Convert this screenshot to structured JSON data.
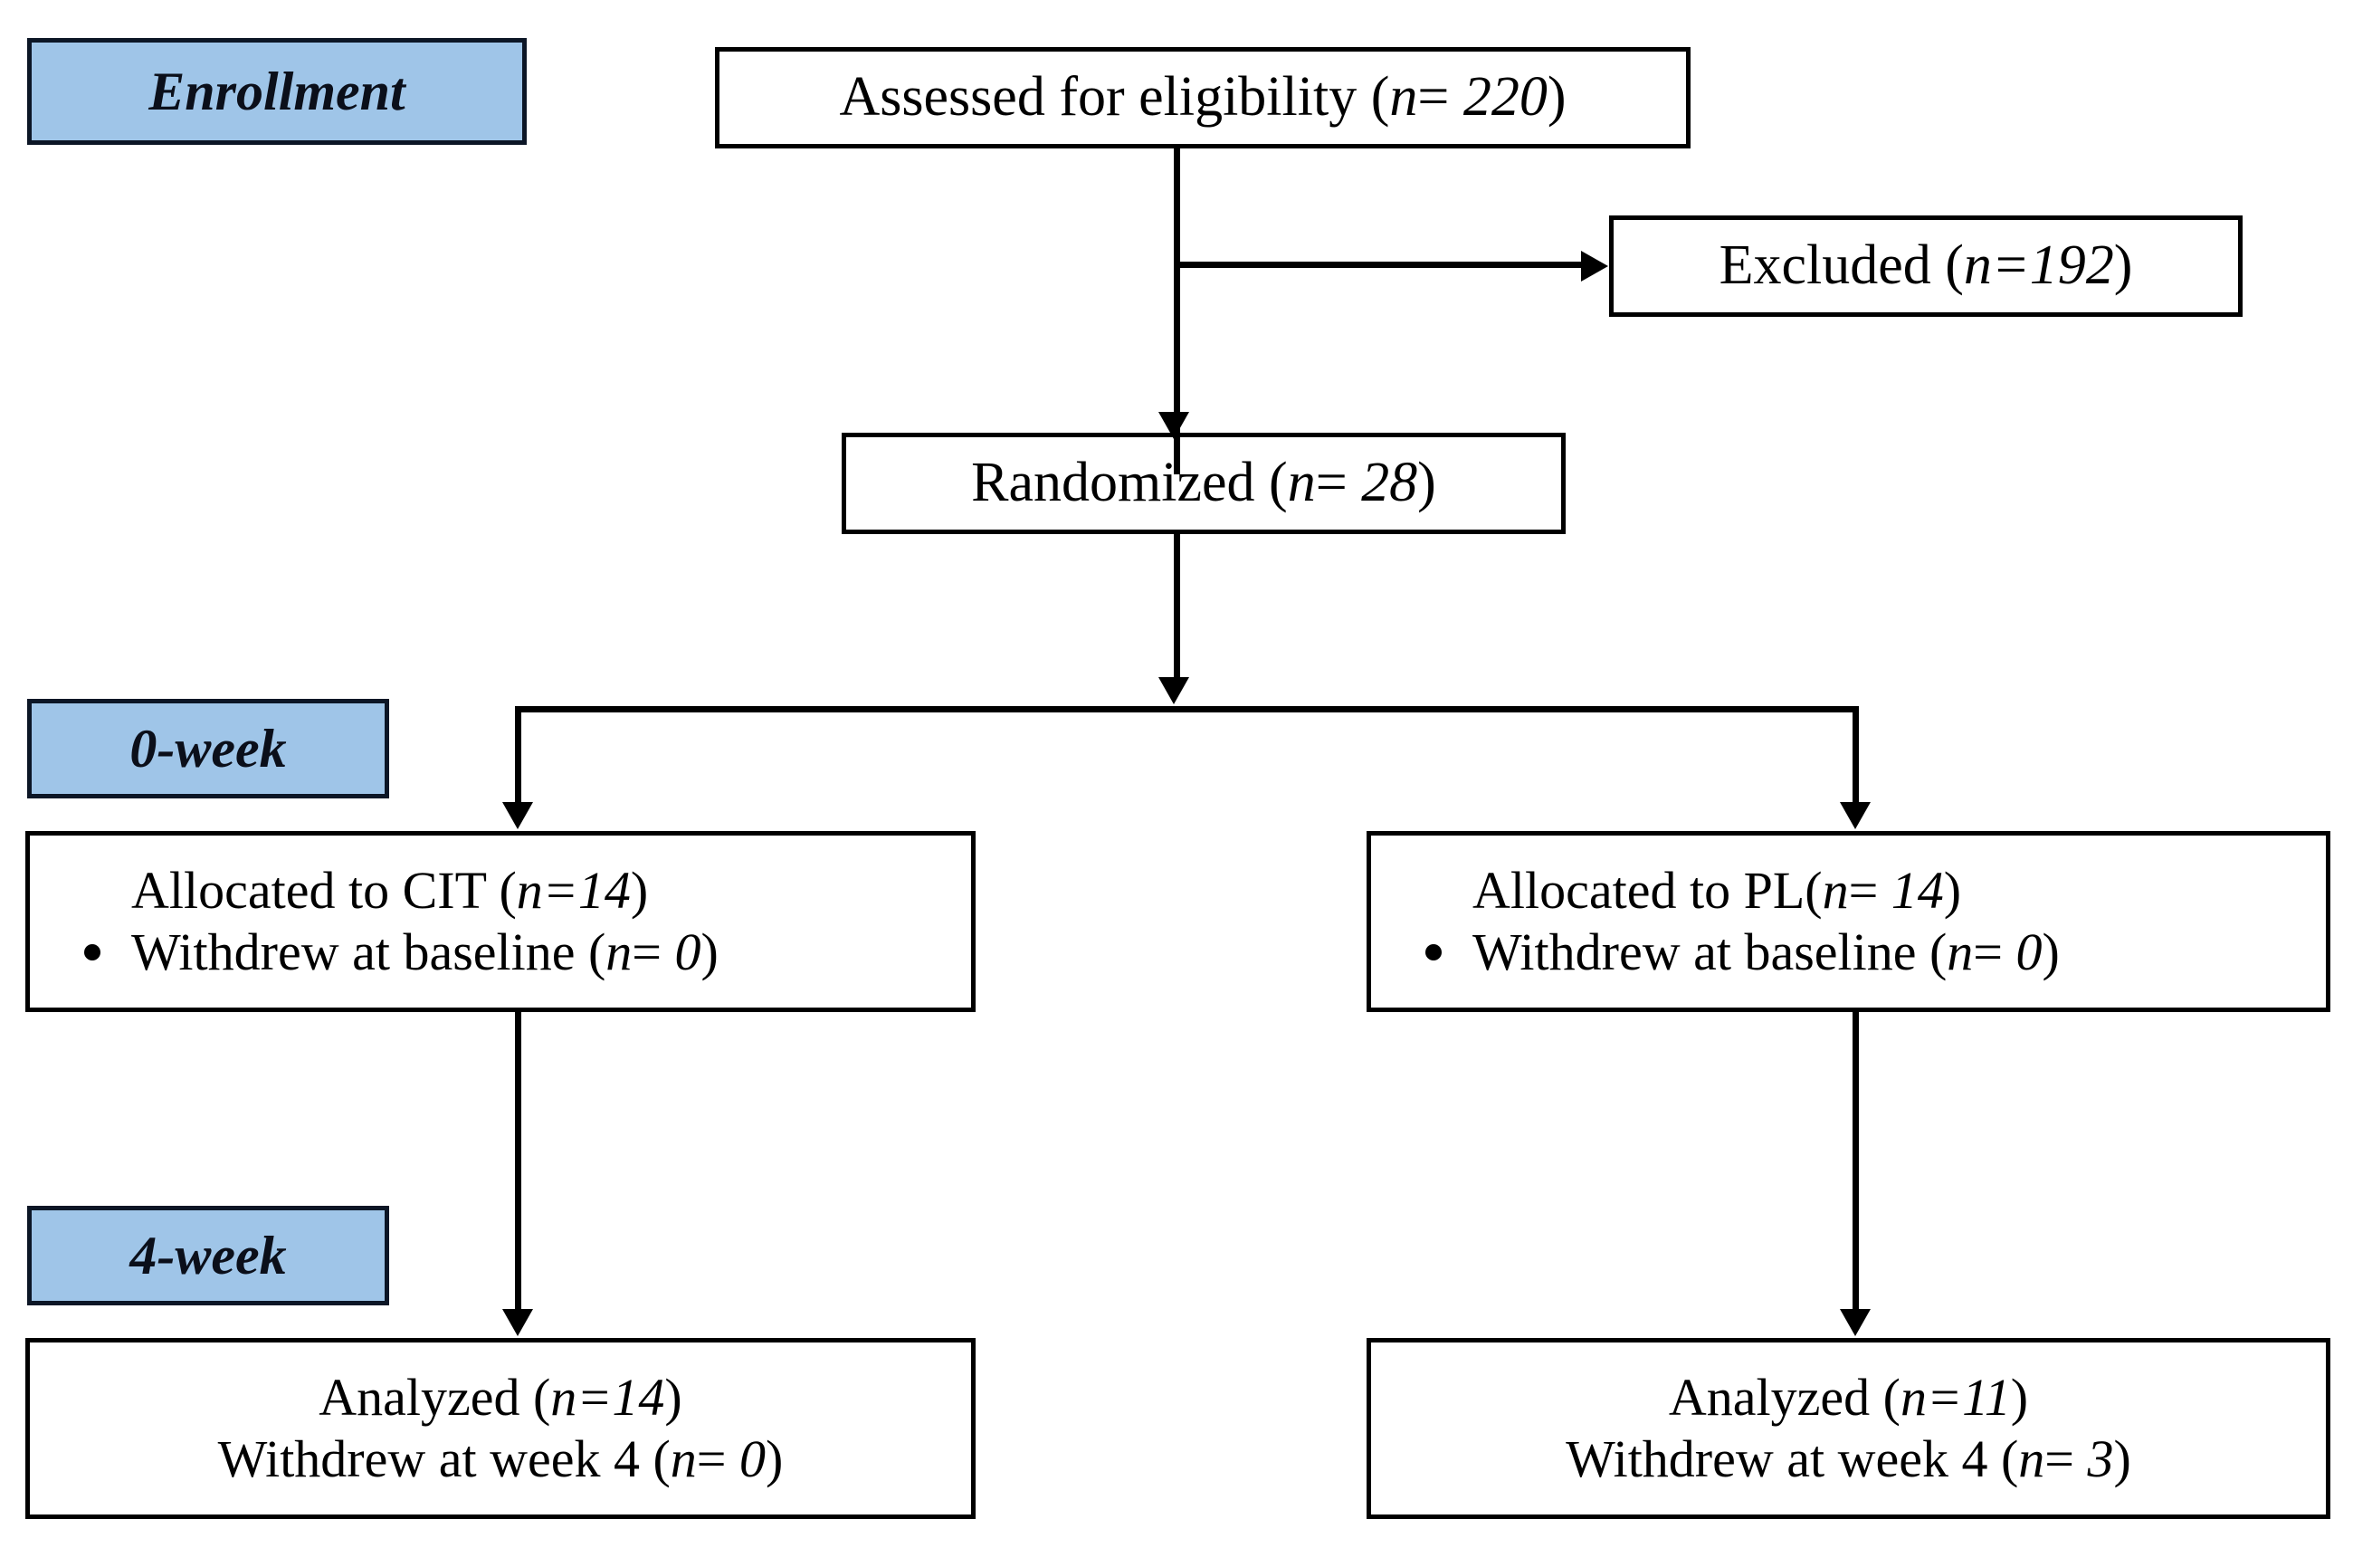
{
  "diagram": {
    "title": "CONSORT participant flow diagram",
    "accent_color": "#9fc5e8",
    "border_color": "#000000",
    "stage_border_color": "#0c1626"
  },
  "stages": [
    {
      "key": "enrollment",
      "label": "Enrollment"
    },
    {
      "key": "week0",
      "label": "0-week"
    },
    {
      "key": "week4",
      "label": "4-week"
    }
  ],
  "nodes": {
    "assessed": {
      "text_plain": "Assessed for eligibility (n= 220)",
      "prefix": "Assessed for eligibility (",
      "n_symbol": "n",
      "separator": "= ",
      "value": "220",
      "suffix": ")"
    },
    "excluded": {
      "text_plain": "Excluded (n=192)",
      "prefix": "Excluded (",
      "n_symbol": "n",
      "separator": "=",
      "value": "192",
      "suffix": ")"
    },
    "randomized": {
      "text_plain": "Randomized (n= 28)",
      "prefix": "Randomized (",
      "n_symbol": "n",
      "separator": "= ",
      "value": "28",
      "suffix": ")"
    },
    "allocated_cit": {
      "line1": {
        "text_plain": "Allocated to CIT (n=14)",
        "prefix": "Allocated to CIT (",
        "n_symbol": "n",
        "separator": "=",
        "value": "14",
        "suffix": ")"
      },
      "line2": {
        "text_plain": "Withdrew at baseline (n= 0)",
        "prefix": "Withdrew at baseline (",
        "n_symbol": "n",
        "separator": "= ",
        "value": "0",
        "suffix": ")",
        "has_bullet": true
      }
    },
    "allocated_pl": {
      "line1": {
        "text_plain": "Allocated to PL(n= 14)",
        "prefix": "Allocated to PL(",
        "n_symbol": "n",
        "separator": "= ",
        "value": "14",
        "suffix": ")"
      },
      "line2": {
        "text_plain": "Withdrew at baseline (n= 0)",
        "prefix": "Withdrew at baseline (",
        "n_symbol": "n",
        "separator": "= ",
        "value": "0",
        "suffix": ")",
        "has_bullet": true
      }
    },
    "analyzed_cit": {
      "line1": {
        "text_plain": "Analyzed (n=14)",
        "prefix": "Analyzed (",
        "n_symbol": "n",
        "separator": "=",
        "value": "14",
        "suffix": ")"
      },
      "line2": {
        "text_plain": "Withdrew at week 4 (n= 0)",
        "prefix": "Withdrew at week 4 (",
        "n_symbol": "n",
        "separator": "= ",
        "value": "0",
        "suffix": ")"
      }
    },
    "analyzed_pl": {
      "line1": {
        "text_plain": "Analyzed (n=11)",
        "prefix": "Analyzed (",
        "n_symbol": "n",
        "separator": "=",
        "value": "11",
        "suffix": ")"
      },
      "line2": {
        "text_plain": "Withdrew at week 4 (n= 3)",
        "prefix": "Withdrew at week 4 (",
        "n_symbol": "n",
        "separator": "= ",
        "value": "3",
        "suffix": ")"
      }
    }
  },
  "flow": {
    "assessed_to_randomized": "down",
    "assessed_to_excluded": "right",
    "randomized_to_allocation": "split",
    "allocation_to_analysis": "down"
  }
}
